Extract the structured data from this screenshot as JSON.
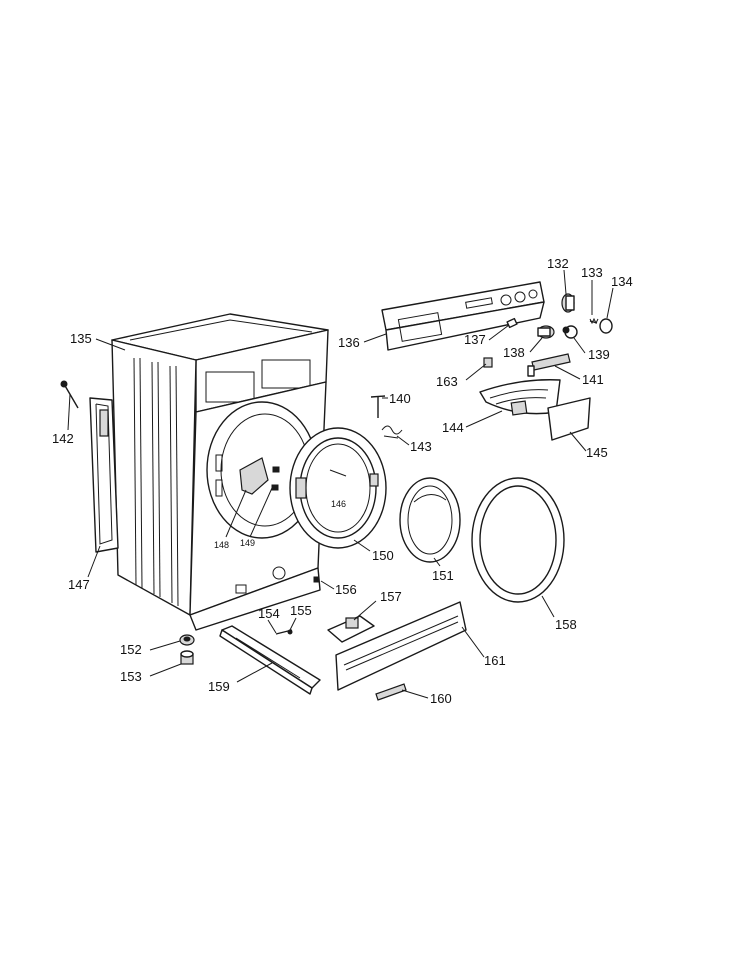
{
  "callouts": {
    "c132": "132",
    "c133": "133",
    "c134": "134",
    "c135": "135",
    "c136": "136",
    "c137": "137",
    "c138": "138",
    "c139": "139",
    "c140": "140",
    "c141": "141",
    "c142": "142",
    "c143": "143",
    "c144": "144",
    "c145": "145",
    "c146": "146",
    "c147": "147",
    "c148": "148",
    "c149": "149",
    "c150": "150",
    "c151": "151",
    "c152": "152",
    "c153": "153",
    "c154": "154",
    "c155": "155",
    "c156": "156",
    "c157": "157",
    "c158": "158",
    "c159": "159",
    "c160": "160",
    "c161": "161",
    "c163": "163"
  }
}
